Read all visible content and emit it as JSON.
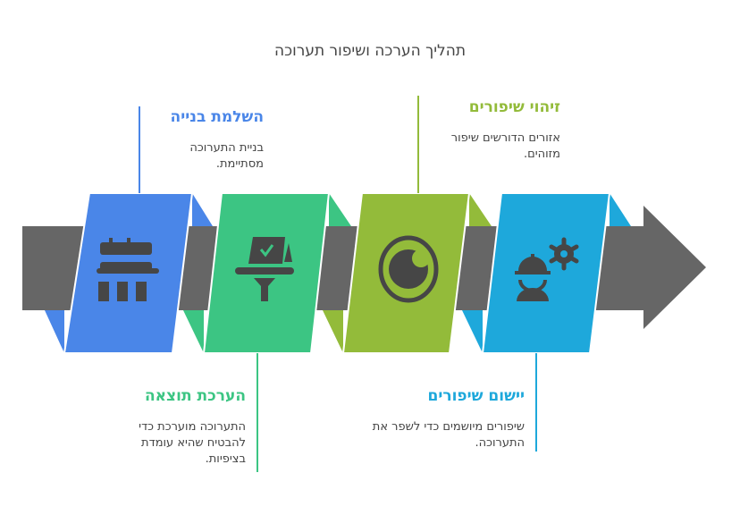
{
  "title": "תהליך הערכה ושיפור תערוכה",
  "colors": {
    "arrow": "#666666",
    "step1": "#4A86E8",
    "step2": "#3CC583",
    "step3": "#93BB3A",
    "step4": "#1EA8DB",
    "icon": "#464646"
  },
  "steps": [
    {
      "heading": "השלמת בנייה",
      "description": "בניית התערוכה מסתיימת.",
      "icon": "construction-icon"
    },
    {
      "heading": "הערכת תוצאה",
      "description": "התערוכה מוערכת כדי להבטיח שהיא עומדת בציפיות.",
      "icon": "evaluation-icon"
    },
    {
      "heading": "זיהוי שיפורים",
      "description": "אזורים הדורשים שיפור מזוהים.",
      "icon": "eye-icon"
    },
    {
      "heading": "יישום שיפורים",
      "description": "שיפורים מיושמים כדי לשפר את התערוכה.",
      "icon": "worker-gear-icon"
    }
  ]
}
